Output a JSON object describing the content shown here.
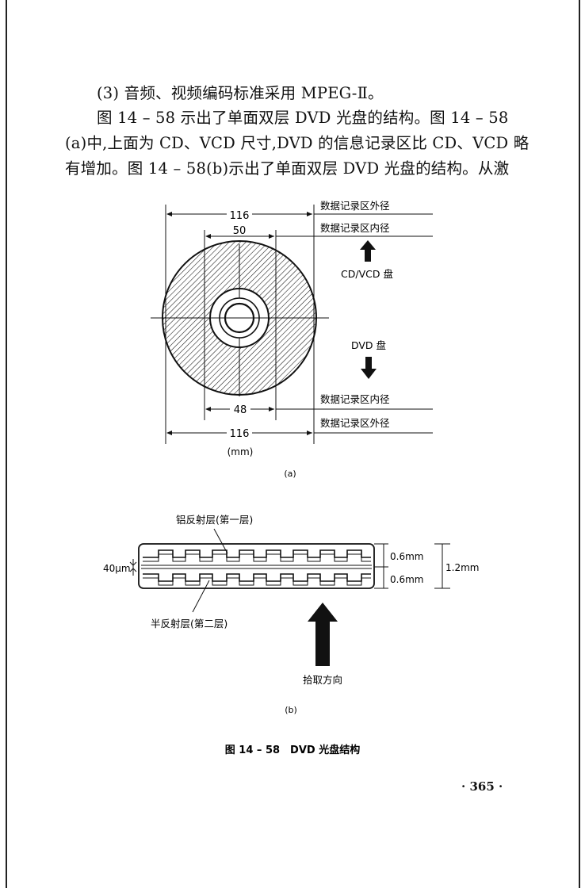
{
  "paragraph": {
    "line1": "(3) 音频、视频编码标准采用 MPEG-Ⅱ。",
    "line2": "图 14 – 58 示出了单面双层 DVD 光盘的结构。图 14 – 58",
    "line3": "(a)中,上面为 CD、VCD 尺寸,DVD 的信息记录区比 CD、VCD 略",
    "line4": "有增加。图 14 – 58(b)示出了单面双层 DVD 光盘的结构。从激"
  },
  "figure_a": {
    "dim_top_outer": "116",
    "dim_top_inner": "50",
    "dim_bottom_inner": "48",
    "dim_bottom_outer": "116",
    "unit": "(mm)",
    "label_outer_top": "数据记录区外径",
    "label_inner_top": "数据记录区内径",
    "label_cd": "CD/VCD 盘",
    "label_dvd": "DVD 盘",
    "label_inner_bottom": "数据记录区内径",
    "label_outer_bottom": "数据记录区外径",
    "caption": "(a)"
  },
  "figure_b": {
    "label_layer1": "铝反射层(第一层)",
    "label_layer2": "半反射层(第二层)",
    "label_gap": "40μm",
    "label_top_thickness": "0.6mm",
    "label_bottom_thickness": "0.6mm",
    "label_total": "1.2mm",
    "label_pickup": "拾取方向",
    "caption": "(b)"
  },
  "figure_caption": "图 14 – 58　DVD 光盘结构",
  "page_number": "· 365 ·"
}
